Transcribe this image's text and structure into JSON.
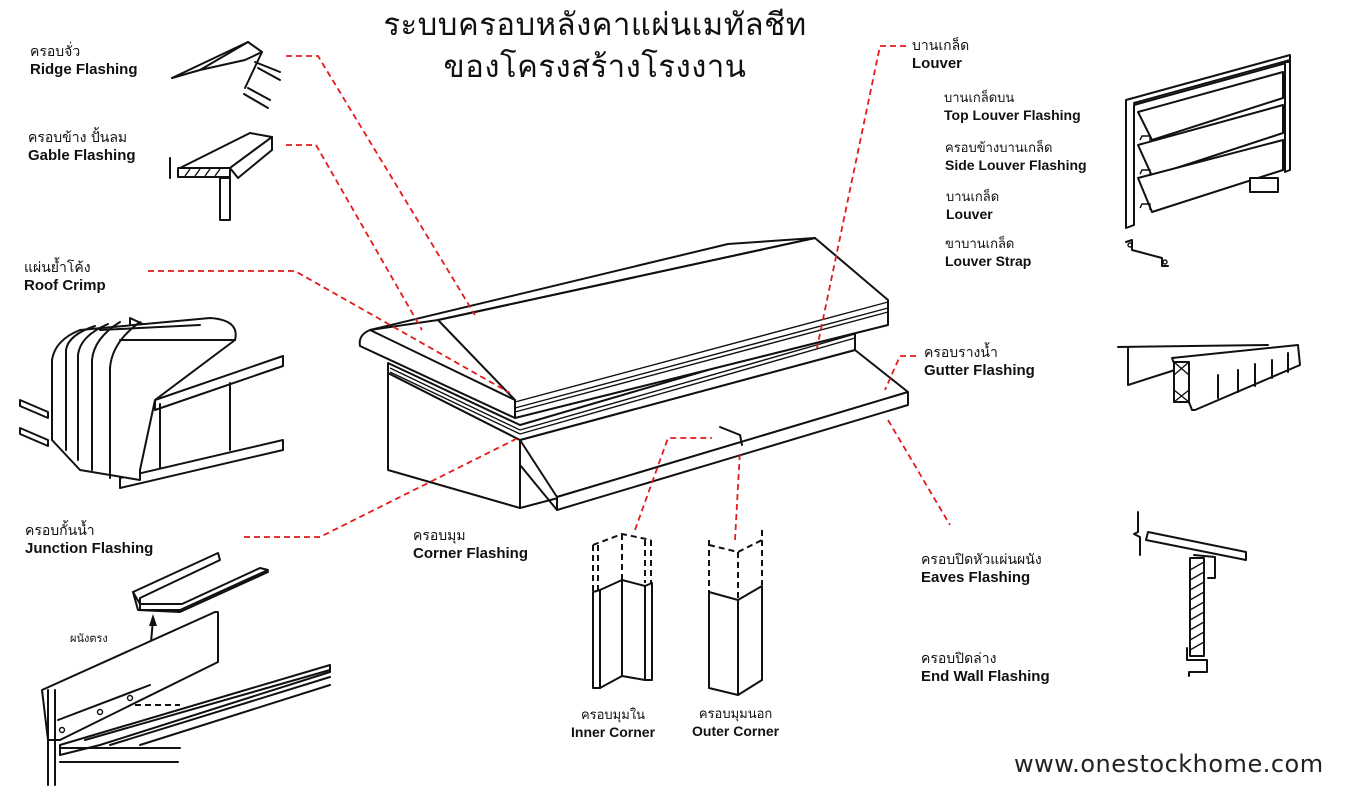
{
  "title": {
    "line1": "ระบบครอบหลังคาแผ่นเมทัลชีท",
    "line2": "ของโครงสร้างโรงงาน"
  },
  "labels": {
    "ridge": {
      "th": "ครอบจั่ว",
      "en": "Ridge Flashing"
    },
    "gable": {
      "th": "ครอบข้าง ปั้นลม",
      "en": "Gable Flashing"
    },
    "roof_crimp": {
      "th": "แผ่นย้ำโค้ง",
      "en": "Roof Crimp"
    },
    "junction": {
      "th": "ครอบกั้นน้ำ",
      "en": "Junction Flashing"
    },
    "straight_wall": {
      "th": "ผนังตรง"
    },
    "corner": {
      "th": "ครอบมุม",
      "en": "Corner Flashing"
    },
    "inner_corner": {
      "th": "ครอบมุมใน",
      "en": "Inner Corner"
    },
    "outer_corner": {
      "th": "ครอบมุมนอก",
      "en": "Outer Corner"
    },
    "louver_main": {
      "th": "บานเกล็ด",
      "en": "Louver"
    },
    "top_louver": {
      "th": "บานเกล็ดบน",
      "en": "Top Louver Flashing"
    },
    "side_louver": {
      "th": "ครอบข้างบานเกล็ด",
      "en": "Side Louver Flashing"
    },
    "louver": {
      "th": "บานเกล็ด",
      "en": "Louver"
    },
    "louver_strap": {
      "th": "ขาบานเกล็ด",
      "en": "Louver Strap"
    },
    "gutter": {
      "th": "ครอบรางน้ำ",
      "en": "Gutter Flashing"
    },
    "eaves": {
      "th": "ครอบปิดหัวแผ่นผนัง",
      "en": "Eaves Flashing"
    },
    "end_wall": {
      "th": "ครอบปิดล่าง",
      "en": "End Wall Flashing"
    }
  },
  "website": "www.onestockhome.com",
  "colors": {
    "leader_line": "#e31b1b",
    "line_art": "#111111",
    "background": "#ffffff"
  }
}
